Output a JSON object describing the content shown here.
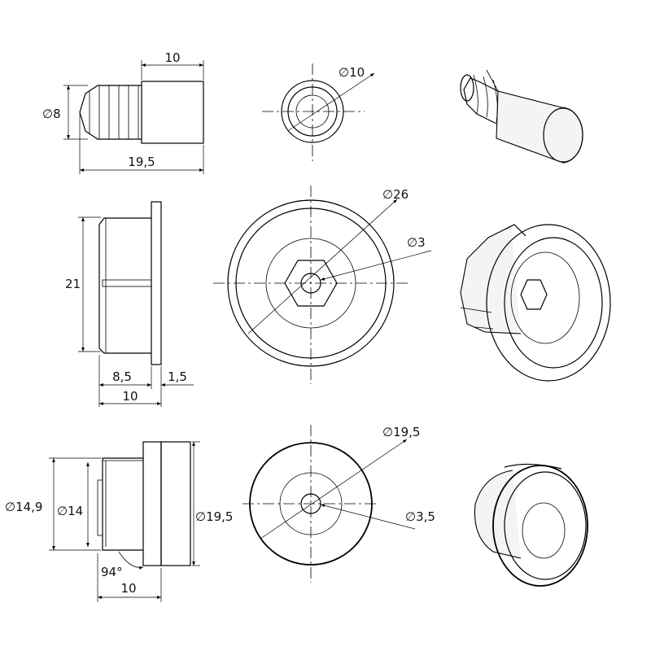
{
  "dimensions": {
    "row1": {
      "width": "10",
      "dia": "∅8",
      "length": "19,5",
      "face_dia": "∅10"
    },
    "row2": {
      "height": "21",
      "dia_outer": "∅26",
      "dia_inner": "∅3",
      "depth": "8,5",
      "flange": "1,5",
      "total": "10"
    },
    "row3": {
      "dia_a": "∅14,9",
      "dia_b": "∅14",
      "dia_c": "∅19,5",
      "angle": "94°",
      "total": "10",
      "face_dia_outer": "∅19,5",
      "face_dia_inner": "∅3,5"
    }
  }
}
